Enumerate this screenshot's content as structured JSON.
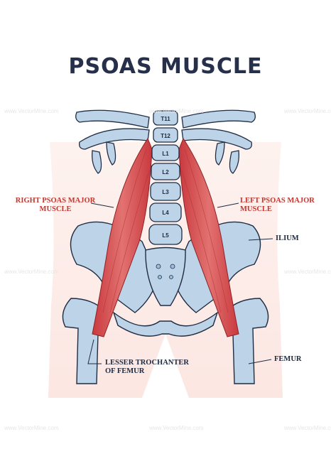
{
  "title": "PSOAS MUSCLE",
  "labels": {
    "right_psoas": [
      "RIGHT PSOAS MAJOR",
      "MUSCLE"
    ],
    "left_psoas": [
      "LEFT PSOAS MAJOR",
      "MUSCLE"
    ],
    "ilium": "ILIUM",
    "femur": "FEMUR",
    "lesser_trochanter": [
      "LESSER TROCHANTER",
      "OF FEMUR"
    ]
  },
  "vertebrae": [
    "T11",
    "T12",
    "L1",
    "L2",
    "L3",
    "L4",
    "L5"
  ],
  "watermark": "www.VectorMine.com",
  "colors": {
    "title": "#27304a",
    "red_label": "#c4352e",
    "navy_label": "#1e2a40",
    "bone": "#bdd3e8",
    "bone_outline": "#1f2d44",
    "muscle": "#d8585a",
    "skin": "#fbe3de"
  }
}
